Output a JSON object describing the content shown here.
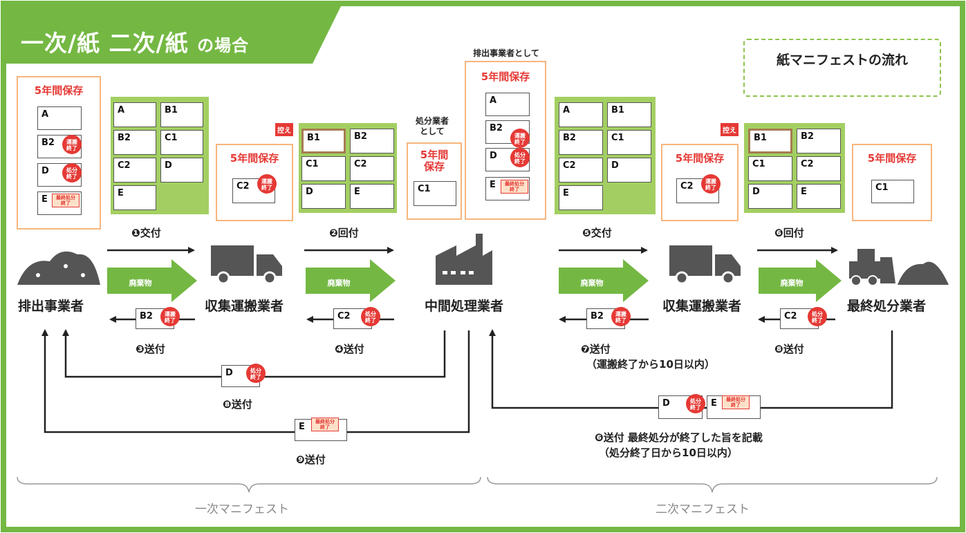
{
  "title": "一次/紙 二次/紙",
  "title_suffix": "の場合",
  "legend_label": "紙マニフェストの流れ",
  "keep_5yr": "5年間保存",
  "keep_5yr_line1": "5年間",
  "keep_5yr_line2": "保存",
  "discharger_as": "排出事業者として",
  "processor_as_line1": "処分業者",
  "processor_as_line2": "として",
  "swap": "控え",
  "cards": {
    "A": "A",
    "B1": "B1",
    "B2": "B2",
    "C1": "C1",
    "C2": "C2",
    "D": "D",
    "E": "E"
  },
  "stamps": {
    "transport_done_1": "運搬",
    "transport_done_2": "終了",
    "disposal_done_1": "処分",
    "disposal_done_2": "終了",
    "final_done_1": "最終処分",
    "final_done_2": "終了"
  },
  "actors": {
    "discharger": "排出事業者",
    "collector1": "収集運搬業者",
    "intermediate": "中間処理業者",
    "collector2": "収集運搬業者",
    "final": "最終処分業者"
  },
  "waste": "廃棄物",
  "steps": {
    "s1": "❶交付",
    "s2": "❷回付",
    "s3": "❸送付",
    "s4": "❹送付",
    "s5": "❺交付",
    "s6a": "❻回付",
    "s7": "❼送付",
    "s7_note": "（運搬終了から10日以内）",
    "s8a": "❽送付",
    "s8b": "❽送付",
    "s6b": "❻送付 最終処分が終了した旨を記載",
    "s6b_note": "（処分終了日から10日以内）",
    "s9": "❾送付"
  },
  "primary_manifest": "一次マニフェスト",
  "secondary_manifest": "二次マニフェスト",
  "colors": {
    "green": "#74b843",
    "light_green": "#a3cf62",
    "red": "#e53935",
    "orange_border": "#f7b57c",
    "dark": "#555555"
  }
}
